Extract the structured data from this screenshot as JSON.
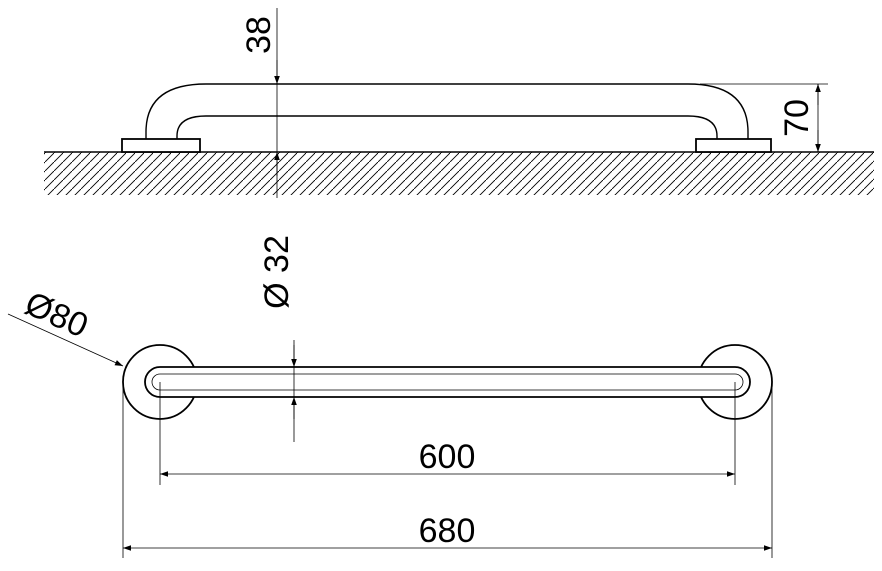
{
  "dimensions": {
    "top_thickness": "38",
    "height": "70",
    "bar_diameter": "Ø 32",
    "flange_diameter": "Ø80",
    "center_distance": "600",
    "overall_length": "680"
  }
}
